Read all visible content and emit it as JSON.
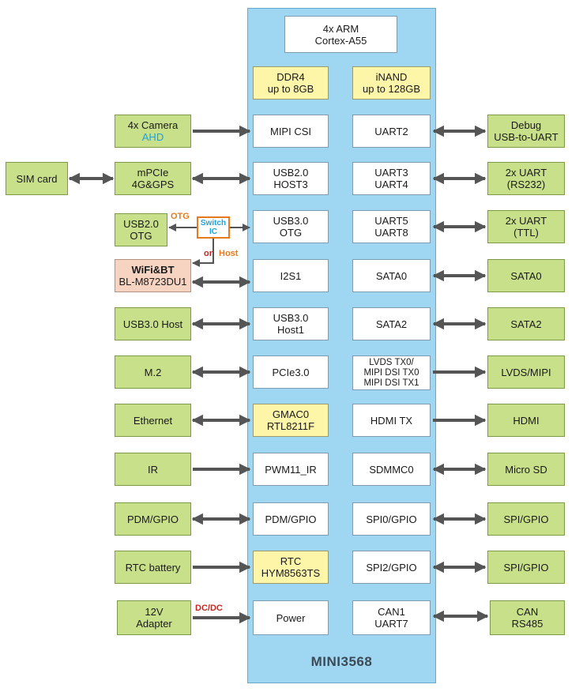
{
  "board": {
    "name": "MINI3568"
  },
  "cpu": [
    "4x ARM",
    "Cortex-A55"
  ],
  "memory": {
    "ddr": [
      "DDR4",
      "up to 8GB"
    ],
    "inand": [
      "iNAND",
      "up to 128GB"
    ]
  },
  "left_interfaces": [
    {
      "lines": [
        "MIPI CSI"
      ]
    },
    {
      "lines": [
        "USB2.0",
        "HOST3"
      ]
    },
    {
      "lines": [
        "USB3.0",
        "OTG"
      ]
    },
    {
      "lines": [
        "I2S1"
      ]
    },
    {
      "lines": [
        "USB3.0",
        "Host1"
      ]
    },
    {
      "lines": [
        "PCIe3.0"
      ]
    },
    {
      "lines": [
        "GMAC0",
        "RTL8211F"
      ]
    },
    {
      "lines": [
        "PWM11_IR"
      ]
    },
    {
      "lines": [
        "PDM/GPIO"
      ]
    },
    {
      "lines": [
        "RTC",
        "HYM8563TS"
      ]
    },
    {
      "lines": [
        "Power"
      ]
    }
  ],
  "right_interfaces": [
    {
      "lines": [
        "UART2"
      ]
    },
    {
      "lines": [
        "UART3",
        "UART4"
      ]
    },
    {
      "lines": [
        "UART5",
        "UART8"
      ]
    },
    {
      "lines": [
        "SATA0"
      ]
    },
    {
      "lines": [
        "SATA2"
      ]
    },
    {
      "lines": [
        "LVDS TX0/",
        "MIPI DSI TX0",
        "MIPI DSI TX1"
      ]
    },
    {
      "lines": [
        "HDMI TX"
      ]
    },
    {
      "lines": [
        "SDMMC0"
      ]
    },
    {
      "lines": [
        "SPI0/GPIO"
      ]
    },
    {
      "lines": [
        "SPI2/GPIO"
      ]
    },
    {
      "lines": [
        "CAN1",
        "UART7"
      ]
    }
  ],
  "left_devices": [
    {
      "lines": [
        "4x Camera",
        "AHD"
      ]
    },
    {
      "lines": [
        "mPCIe",
        "4G&GPS"
      ]
    },
    {
      "lines": [
        "USB2.0",
        "OTG"
      ]
    },
    {
      "lines": [
        "WiFi&BT",
        "BL-M8723DU1"
      ]
    },
    {
      "lines": [
        "USB3.0 Host"
      ]
    },
    {
      "lines": [
        "M.2"
      ]
    },
    {
      "lines": [
        "Ethernet"
      ]
    },
    {
      "lines": [
        "IR"
      ]
    },
    {
      "lines": [
        "PDM/GPIO"
      ]
    },
    {
      "lines": [
        "RTC battery"
      ]
    },
    {
      "lines": [
        "12V",
        "Adapter"
      ]
    }
  ],
  "sim_card": "SIM card",
  "right_devices": [
    {
      "lines": [
        "Debug",
        "USB-to-UART"
      ]
    },
    {
      "lines": [
        "2x UART",
        "(RS232)"
      ]
    },
    {
      "lines": [
        "2x UART",
        "(TTL)"
      ]
    },
    {
      "lines": [
        "SATA0"
      ]
    },
    {
      "lines": [
        "SATA2"
      ]
    },
    {
      "lines": [
        "LVDS/MIPI"
      ]
    },
    {
      "lines": [
        "HDMI"
      ]
    },
    {
      "lines": [
        "Micro SD"
      ]
    },
    {
      "lines": [
        "SPI/GPIO"
      ]
    },
    {
      "lines": [
        "SPI/GPIO"
      ]
    },
    {
      "lines": [
        "CAN",
        "RS485"
      ]
    }
  ],
  "labels": {
    "otg": "OTG",
    "switch_ic": [
      "Switch",
      "IC"
    ],
    "or": "or",
    "host": "Host",
    "dcdc": "DC/DC"
  },
  "colors": {
    "board": "#9fd6f2",
    "device_green": "#c8e08a",
    "chip_yellow": "#fdf5a8",
    "wifi_pink": "#f7d3c2",
    "arrow": "#555555",
    "switch_border": "#e87a1e",
    "ahd_blue": "#1aa3e0",
    "dcdc_red": "#c8261e"
  }
}
